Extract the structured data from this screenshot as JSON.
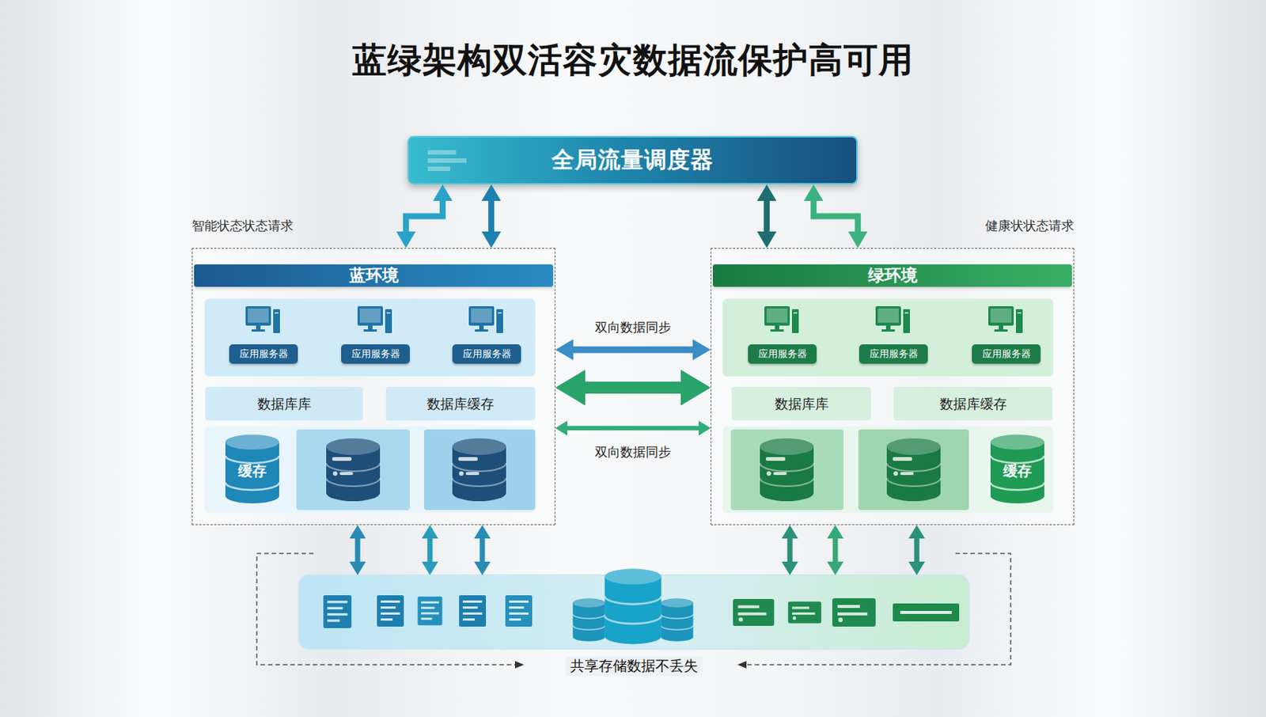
{
  "diagram": {
    "title": "蓝绿架构双活容灾数据流保护高可用",
    "nodes": [
      {
        "text": [
          "全局流量调度器"
        ]
      },
      {
        "text": [
          "蓝环境"
        ]
      },
      {
        "text": [
          "应用服务器"
        ],
        "in": 1
      },
      {
        "text": [
          "应用服务器"
        ],
        "in": 1
      },
      {
        "text": [
          "应用服务器"
        ],
        "in": 1
      },
      {
        "text": [
          "数据库库"
        ],
        "in": 1
      },
      {
        "text": [
          "数据库缓存"
        ],
        "in": 1
      },
      {
        "text": [
          "缓存"
        ],
        "in": 1
      },
      {
        "text": [
          "绿环境"
        ]
      },
      {
        "text": [
          "应用服务器"
        ],
        "in": 8
      },
      {
        "text": [
          "应用服务器"
        ],
        "in": 8
      },
      {
        "text": [
          "应用服务器"
        ],
        "in": 8
      },
      {
        "text": [
          "数据库库"
        ],
        "in": 8
      },
      {
        "text": [
          "数据库缓存"
        ],
        "in": 8
      },
      {
        "text": [
          "缓存"
        ],
        "in": 8
      },
      {
        "text": [
          "共享存储数据不丢失"
        ]
      }
    ],
    "edges": [
      {
        "from": 0,
        "to": 1,
        "arrow": "both"
      },
      {
        "from": 0,
        "to": 1,
        "arrow": "both"
      },
      {
        "from": 0,
        "to": 8,
        "arrow": "both"
      },
      {
        "from": 0,
        "to": 8,
        "arrow": "both"
      },
      {
        "from": 1,
        "to": 8,
        "label": "双向数据同步",
        "arrow": "both"
      },
      {
        "from": 1,
        "to": 8,
        "arrow": "both"
      },
      {
        "from": 1,
        "to": 8,
        "label": "双向数据同步",
        "arrow": "both"
      },
      {
        "from": 1,
        "to": 15,
        "arrow": "both"
      },
      {
        "from": 1,
        "to": 15,
        "arrow": "both"
      },
      {
        "from": 1,
        "to": 15,
        "arrow": "both"
      },
      {
        "from": 8,
        "to": 15,
        "arrow": "both"
      },
      {
        "from": 8,
        "to": 15,
        "arrow": "both"
      },
      {
        "from": 8,
        "to": 15,
        "arrow": "both"
      }
    ],
    "labels": [
      "智能状态状态请求",
      "健康状状态请求"
    ]
  }
}
